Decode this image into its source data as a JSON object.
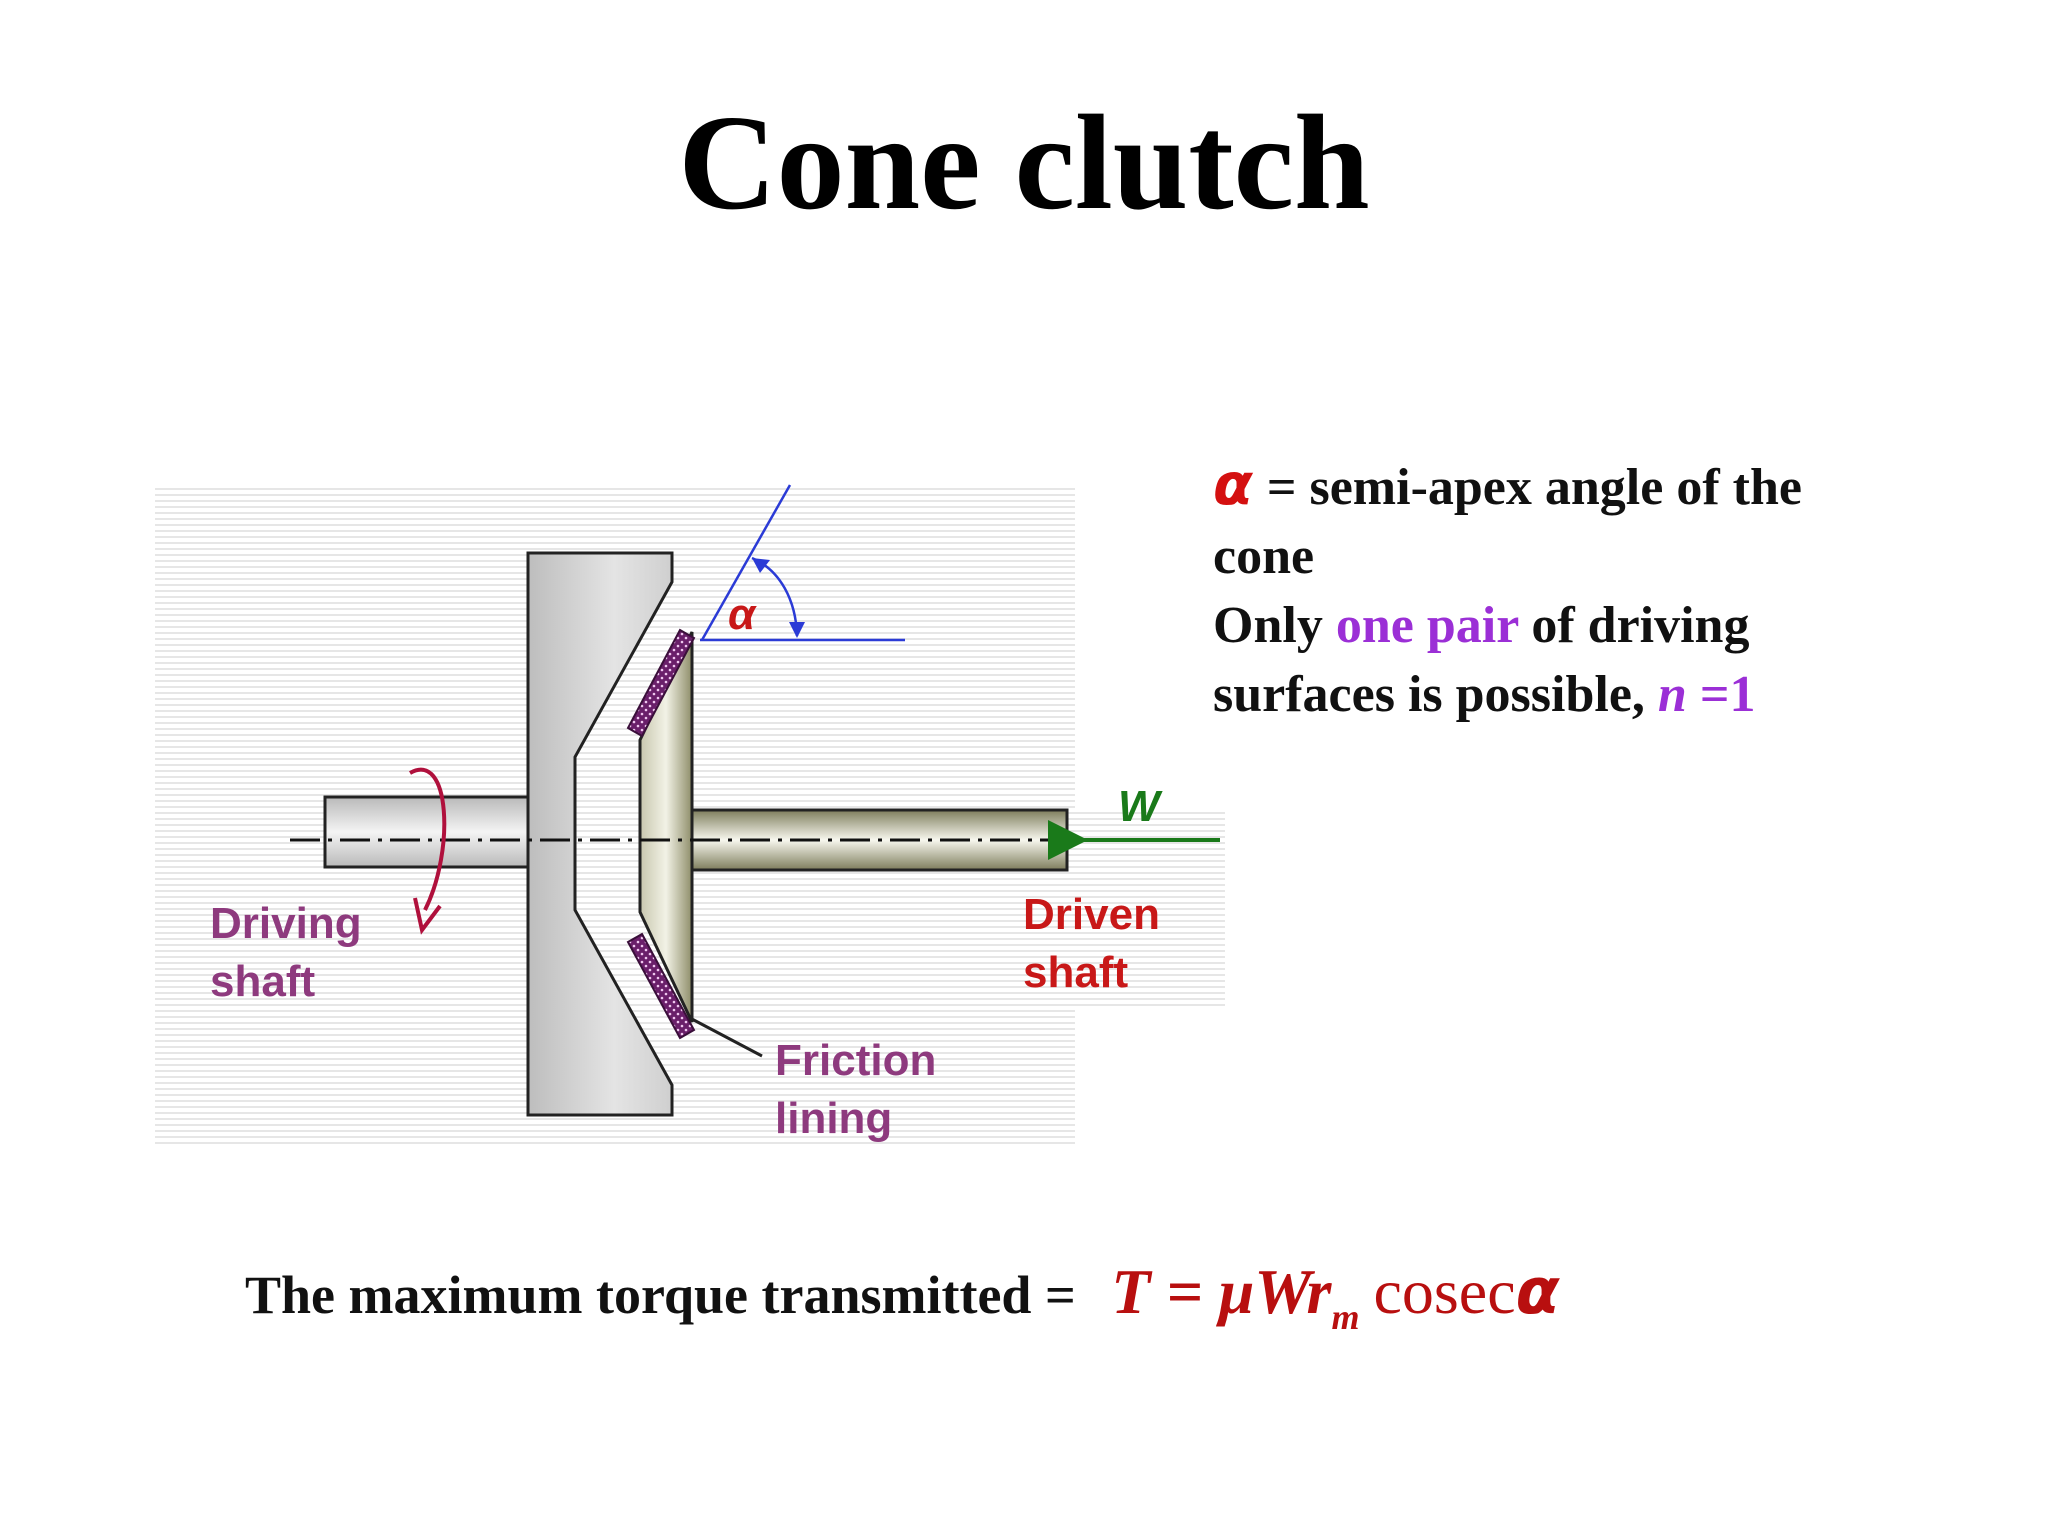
{
  "title": "Cone clutch",
  "diagram": {
    "alpha_label": "α",
    "w_label": "W",
    "driving_shaft": [
      "Driving",
      "shaft"
    ],
    "driven_shaft": [
      "Driven",
      "shaft"
    ],
    "friction_lining": [
      "Friction",
      "lining"
    ]
  },
  "notes": {
    "alpha_symbol": "α",
    "line1": "= semi-apex angle of the cone",
    "line2_prefix": "Only",
    "line2_highlight": "one pair",
    "line2_suffix": "of driving surfaces is possible,",
    "n_var": "n",
    "n_value": "=1"
  },
  "formula": {
    "lead": "The maximum torque transmitted =",
    "T": "T",
    "eq": "=",
    "mu": "μ",
    "W": "W",
    "r": "r",
    "sub": "m",
    "cosec": "cosec",
    "alpha": "α"
  },
  "colors": {
    "title": "#000000",
    "alpha_red": "#d41010",
    "highlight_purple": "#9b2fd6",
    "label_purple": "#8e3a7e",
    "label_red": "#c81818",
    "formula_red": "#b80f0f",
    "angle_blue": "#2b3bd6",
    "force_green": "#1a7a1a"
  }
}
